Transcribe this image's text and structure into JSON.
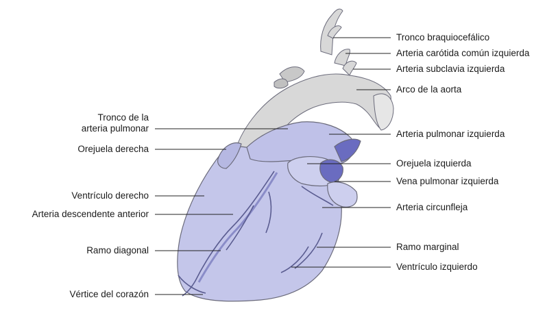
{
  "labels_left": [
    {
      "id": "tronco-arteria-pulmonar",
      "line1": "Tronco de la",
      "line2": "arteria pulmonar"
    },
    {
      "id": "orejuela-derecha",
      "text": "Orejuela derecha"
    },
    {
      "id": "ventriculo-derecho",
      "text": "Ventrículo derecho"
    },
    {
      "id": "arteria-descendente-anterior",
      "text": "Arteria descendente anterior"
    },
    {
      "id": "ramo-diagonal",
      "text": "Ramo diagonal"
    },
    {
      "id": "vertice-corazon",
      "text": "Vértice del corazón"
    }
  ],
  "labels_right": [
    {
      "id": "tronco-braquiocefalico",
      "text": "Tronco braquiocefálico"
    },
    {
      "id": "arteria-carotida",
      "text": "Arteria carótida común izquierda"
    },
    {
      "id": "arteria-subclavia",
      "text": "Arteria subclavia izquierda"
    },
    {
      "id": "arco-aorta",
      "text": "Arco de la aorta"
    },
    {
      "id": "arteria-pulmonar-izquierda",
      "text": "Arteria pulmonar izquierda"
    },
    {
      "id": "orejuela-izquierda",
      "text": "Orejuela izquierda"
    },
    {
      "id": "vena-pulmonar-izquierda",
      "text": "Vena pulmonar izquierda"
    },
    {
      "id": "arteria-circunfleja",
      "text": "Arteria circunfleja"
    },
    {
      "id": "ramo-marginal",
      "text": "Ramo marginal"
    },
    {
      "id": "ventriculo-izquierdo",
      "text": "Ventrículo izquierdo"
    }
  ],
  "colors": {
    "heart_fill": "#c4c6ea",
    "heart_dark": "#6a6cc0",
    "vessel_fill": "#d8d8d8",
    "outline": "#6a6a7a",
    "leader": "#222222"
  }
}
